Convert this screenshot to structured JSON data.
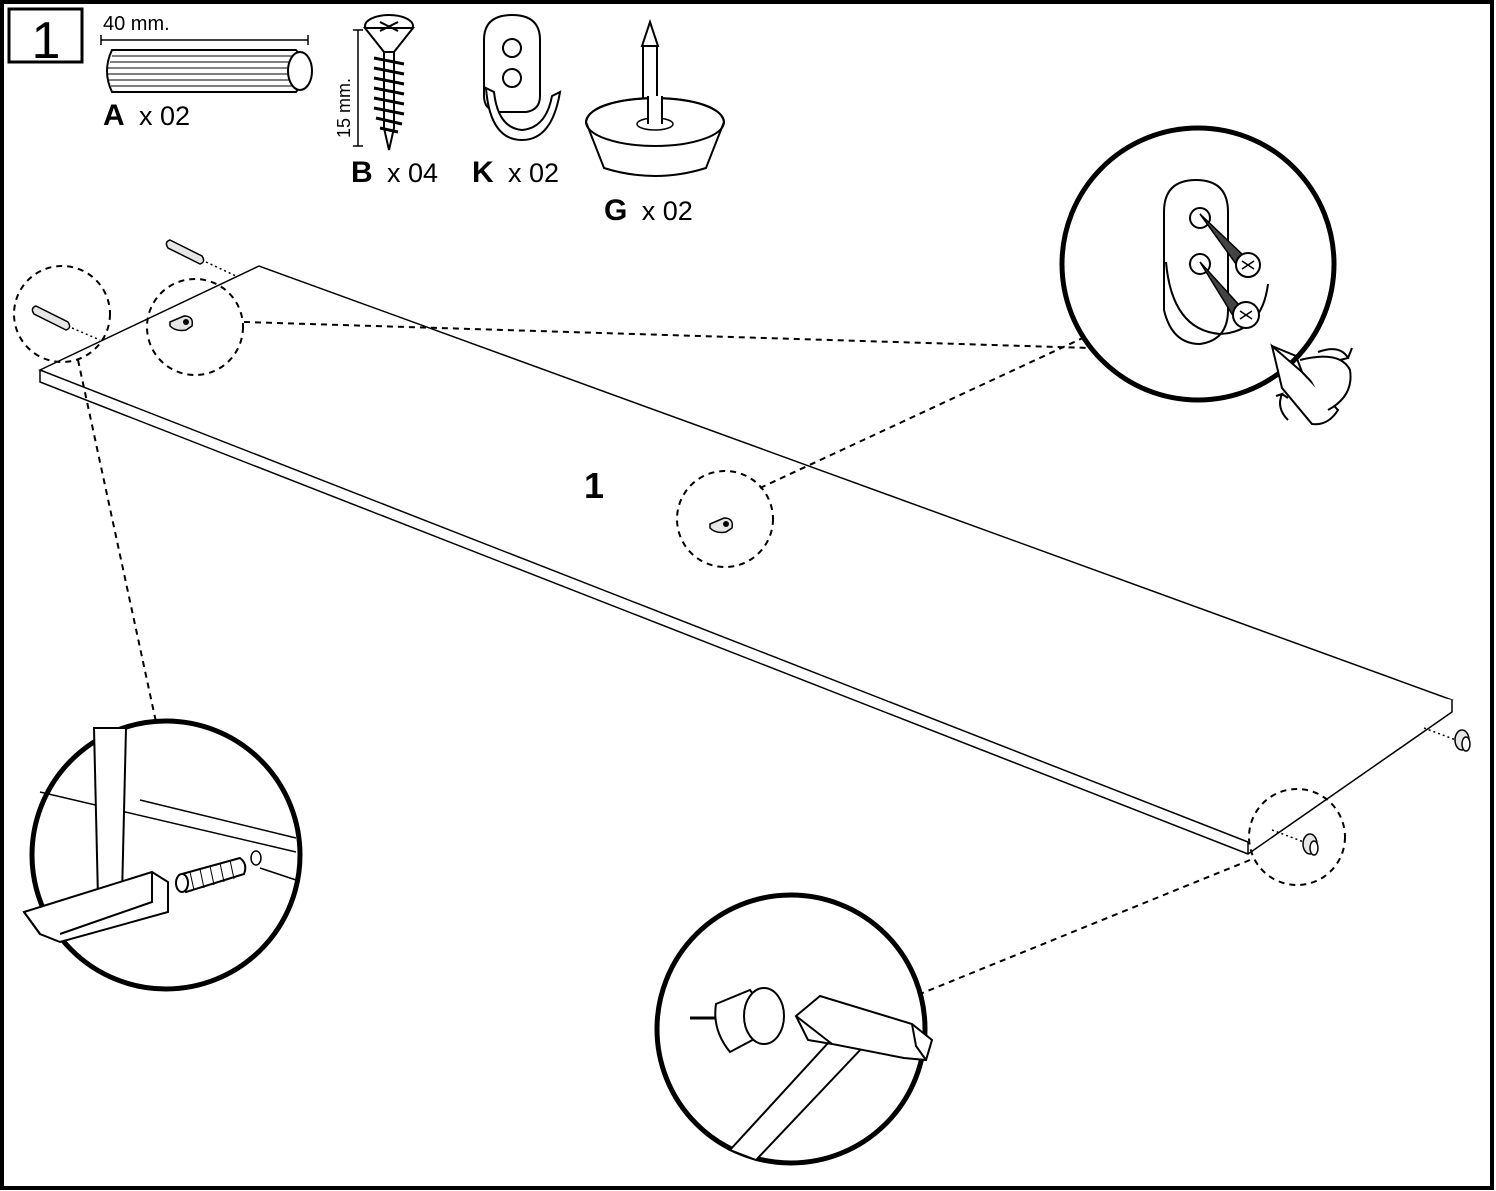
{
  "step": {
    "number": "1"
  },
  "parts": [
    {
      "letter": "A",
      "qty": "x 02",
      "dimension": "40 mm.",
      "icon": "wooden-dowel-icon"
    },
    {
      "letter": "B",
      "qty": "x 04",
      "dimension": "15 mm.",
      "icon": "screw-icon"
    },
    {
      "letter": "K",
      "qty": "x 02",
      "icon": "shelf-clip-bracket-icon"
    },
    {
      "letter": "G",
      "qty": "x 02",
      "icon": "nail-glide-icon"
    }
  ],
  "panel": {
    "label": "1"
  },
  "details": [
    {
      "name": "dowel-hammer-detail",
      "icon": "hammer-icon"
    },
    {
      "name": "bracket-screw-detail",
      "icon": "screwdriver-icon"
    },
    {
      "name": "glide-hammer-detail",
      "icon": "hammer-icon"
    }
  ],
  "colors": {
    "line": "#000000",
    "background": "#ffffff",
    "part_shade": "#e6e6e6"
  }
}
